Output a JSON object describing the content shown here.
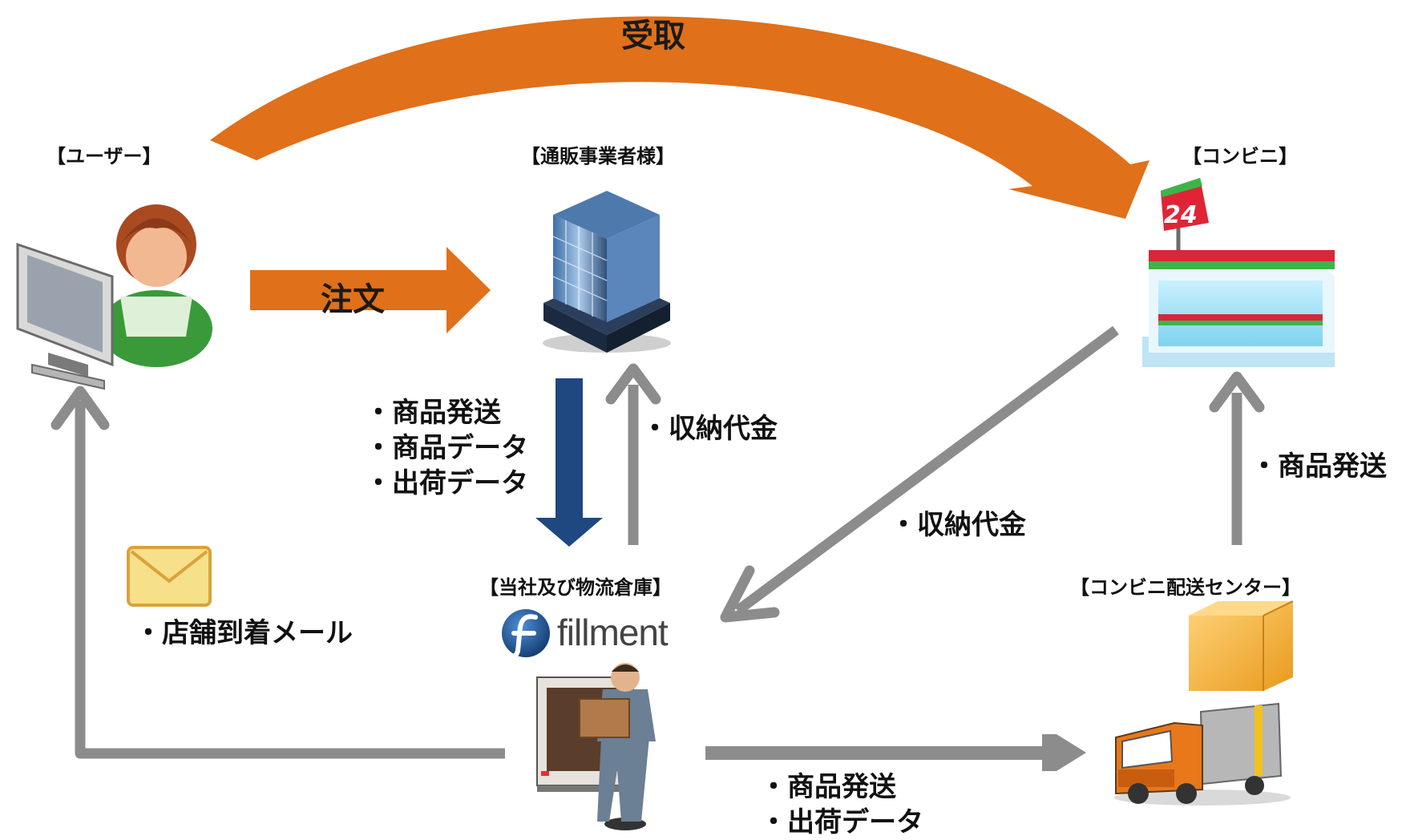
{
  "nodes": {
    "user": "【ユーザー】",
    "merchant": "【通販事業者様】",
    "convenience_store": "【コンビニ】",
    "warehouse": "【当社及び物流倉庫】",
    "delivery_center": "【コンビニ配送センター】"
  },
  "store_sign_number": "24",
  "brand_logo_text": "fillment",
  "flows": {
    "pickup": "受取",
    "order": "注文",
    "merchant_to_warehouse": [
      "・商品発送",
      "・商品データ",
      "・出荷データ"
    ],
    "warehouse_to_merchant": [
      "・収納代金"
    ],
    "store_to_warehouse": [
      "・収納代金"
    ],
    "center_to_store": [
      "・商品発送"
    ],
    "warehouse_to_user": [
      "・店舗到着メール"
    ],
    "warehouse_to_center": [
      "・商品発送",
      "・出荷データ"
    ]
  },
  "colors": {
    "orange_arrow": "#e0701a",
    "gray_arrow": "#8c8c8c",
    "navy_arrow": "#1f4780"
  }
}
